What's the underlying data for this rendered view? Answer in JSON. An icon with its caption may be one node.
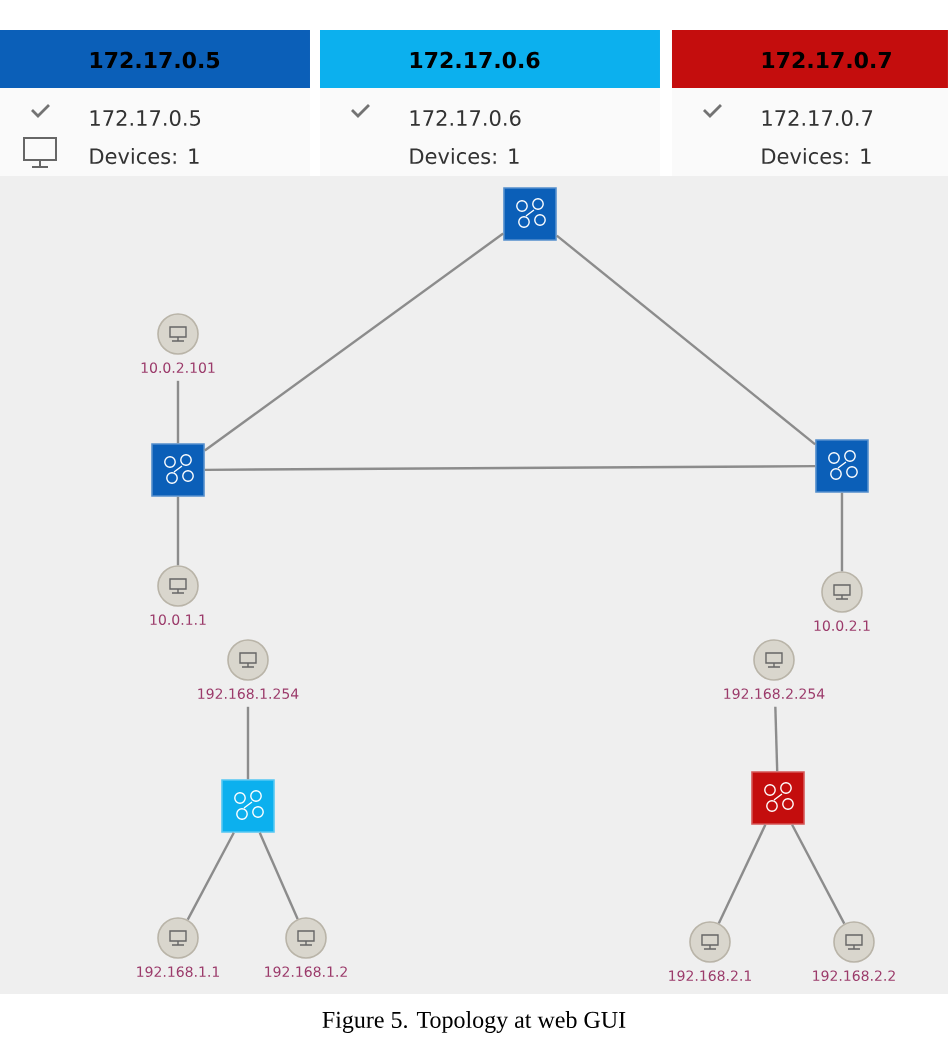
{
  "diagram": {
    "caption": "Figure 5. Topology at web GUI",
    "nodes": [
      {
        "text": [
          "172.17.0.5",
          "172.17.0.5",
          "Devices: 1"
        ]
      },
      {
        "text": [
          "172.17.0.6",
          "172.17.0.6",
          "Devices: 1"
        ]
      },
      {
        "text": [
          "172.17.0.7",
          "172.17.0.7",
          "Devices: 1"
        ]
      },
      {
        "text": [],
        "shape": "box"
      },
      {
        "text": [],
        "shape": "box"
      },
      {
        "text": [],
        "shape": "box"
      },
      {
        "text": [],
        "shape": "circle",
        "beside": [
          "10.0.2.101"
        ]
      },
      {
        "text": [],
        "shape": "circle",
        "beside": [
          "10.0.1.1"
        ]
      },
      {
        "text": [],
        "shape": "circle",
        "beside": [
          "10.0.2.1"
        ]
      },
      {
        "text": [],
        "shape": "circle",
        "beside": [
          "192.168.1.254"
        ]
      },
      {
        "text": [],
        "shape": "box"
      },
      {
        "text": [],
        "shape": "box"
      },
      {
        "text": [],
        "shape": "circle",
        "beside": [
          "192.168.2.254"
        ]
      },
      {
        "text": [],
        "shape": "circle",
        "beside": [
          "192.168.1.1"
        ]
      },
      {
        "text": [],
        "shape": "circle",
        "beside": [
          "192.168.1.2"
        ]
      },
      {
        "text": [],
        "shape": "circle",
        "beside": [
          "192.168.2.1"
        ]
      },
      {
        "text": [],
        "shape": "circle",
        "beside": [
          "192.168.2.2"
        ]
      }
    ],
    "edges": [
      {
        "from": 3,
        "to": 4,
        "arrow": "none"
      },
      {
        "from": 3,
        "to": 5,
        "arrow": "none"
      },
      {
        "from": 4,
        "to": 5,
        "arrow": "none"
      },
      {
        "from": 6,
        "to": 4,
        "arrow": "none"
      },
      {
        "from": 4,
        "to": 7,
        "arrow": "none"
      },
      {
        "from": 5,
        "to": 8,
        "arrow": "none"
      },
      {
        "from": 9,
        "to": 10,
        "arrow": "none"
      },
      {
        "from": 10,
        "to": 13,
        "arrow": "none"
      },
      {
        "from": 10,
        "to": 14,
        "arrow": "none"
      },
      {
        "from": 12,
        "to": 11,
        "arrow": "none"
      },
      {
        "from": 11,
        "to": 15,
        "arrow": "none"
      },
      {
        "from": 11,
        "to": 16,
        "arrow": "none"
      }
    ]
  }
}
